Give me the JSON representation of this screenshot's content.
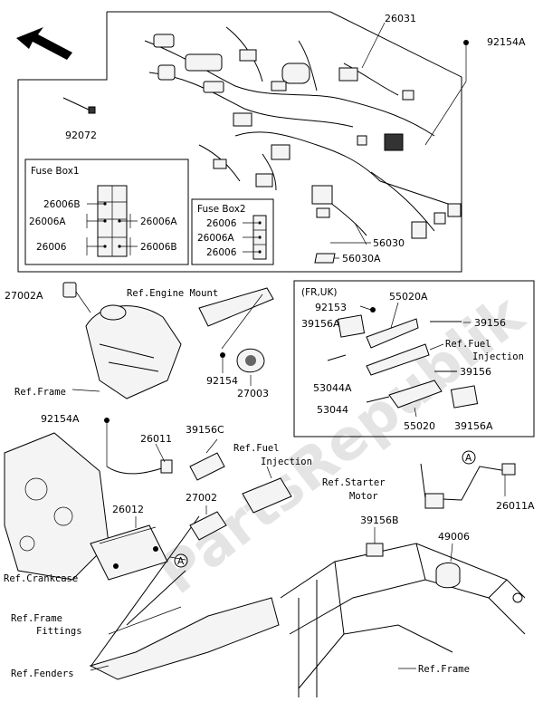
{
  "watermark": "PartsRepublik",
  "parts": {
    "p26031": "26031",
    "p92154A_top": "92154A",
    "p92072": "92072",
    "p56030": "56030",
    "p56030A": "56030A",
    "p27002A": "27002A",
    "p92154": "92154",
    "p27003": "27003",
    "p92154A_mid": "92154A",
    "p26011": "26011",
    "p39156C": "39156C",
    "p26012": "26012",
    "p27002": "27002",
    "p39156B": "39156B",
    "p49006": "49006",
    "p26011A": "26011A",
    "p92153": "92153",
    "p55020A": "55020A",
    "p39156A": "39156A",
    "p39156_a": "39156",
    "p53044A": "53044A",
    "p39156_b": "39156",
    "p53044": "53044",
    "p55020": "55020",
    "p39156A_b": "39156A"
  },
  "fuse_box1": {
    "title": "Fuse Box1",
    "left": [
      "26006B",
      "26006A",
      "26006"
    ],
    "right": [
      "26006A",
      "26006B"
    ]
  },
  "fuse_box2": {
    "title": "Fuse Box2",
    "items": [
      "26006",
      "26006A",
      "26006"
    ]
  },
  "region_box": {
    "label": "(FR,UK)"
  },
  "refs": {
    "engine_mount": "Ref.Engine Mount",
    "frame_left": "Ref.Frame",
    "fuel_injection_top_1": "Ref.Fuel",
    "fuel_injection_top_2": "Injection",
    "fuel_injection_mid_1": "Ref.Fuel",
    "fuel_injection_mid_2": "Injection",
    "starter_motor_1": "Ref.Starter",
    "starter_motor_2": "Motor",
    "crankcase": "Ref.Crankcase",
    "frame_fittings_1": "Ref.Frame",
    "frame_fittings_2": "Fittings",
    "fenders": "Ref.Fenders",
    "frame_bottom": "Ref.Frame"
  },
  "callouts": {
    "a1": "A",
    "a2": "A"
  },
  "icons": {
    "direction": "arrow-up-left-icon"
  }
}
